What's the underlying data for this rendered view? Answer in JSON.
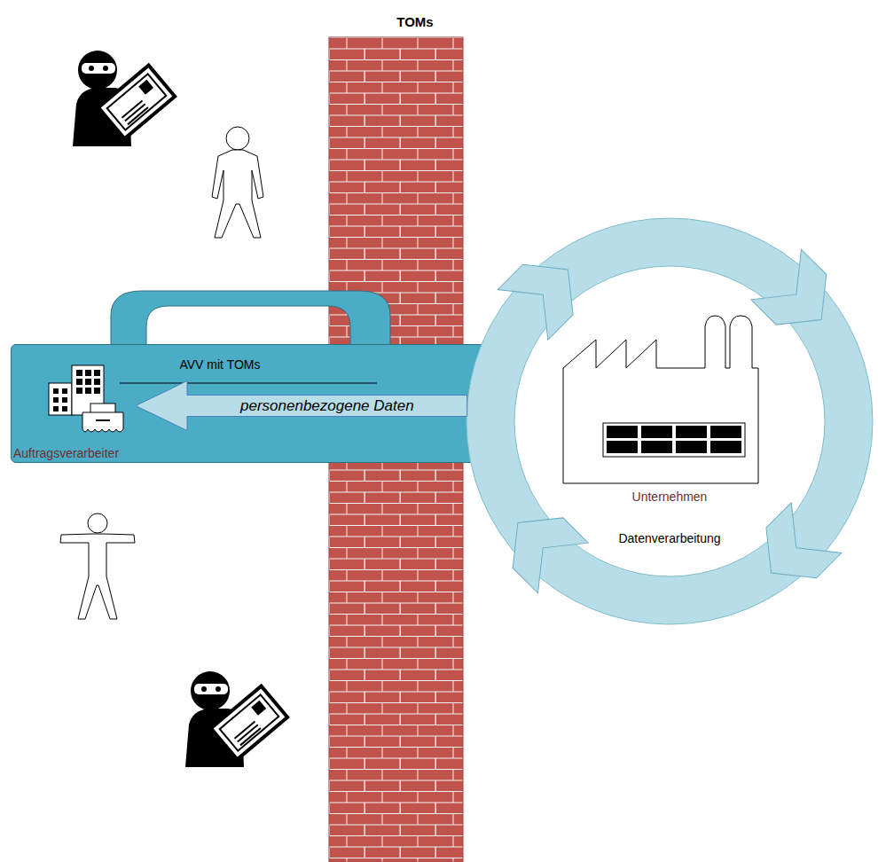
{
  "diagram": {
    "title": "TOMs",
    "nodes": [
      {
        "text": [
          "AVV mit TOMs"
        ]
      },
      {
        "text": [
          "Auftragsverarbeiter"
        ],
        "in": 0
      },
      {
        "text": [
          "Unternehmen",
          "Datenverarbeitung"
        ]
      }
    ],
    "edges": [
      {
        "from": 2,
        "to": 1,
        "label": "personenbezogene Daten",
        "arrow": "to"
      }
    ]
  }
}
